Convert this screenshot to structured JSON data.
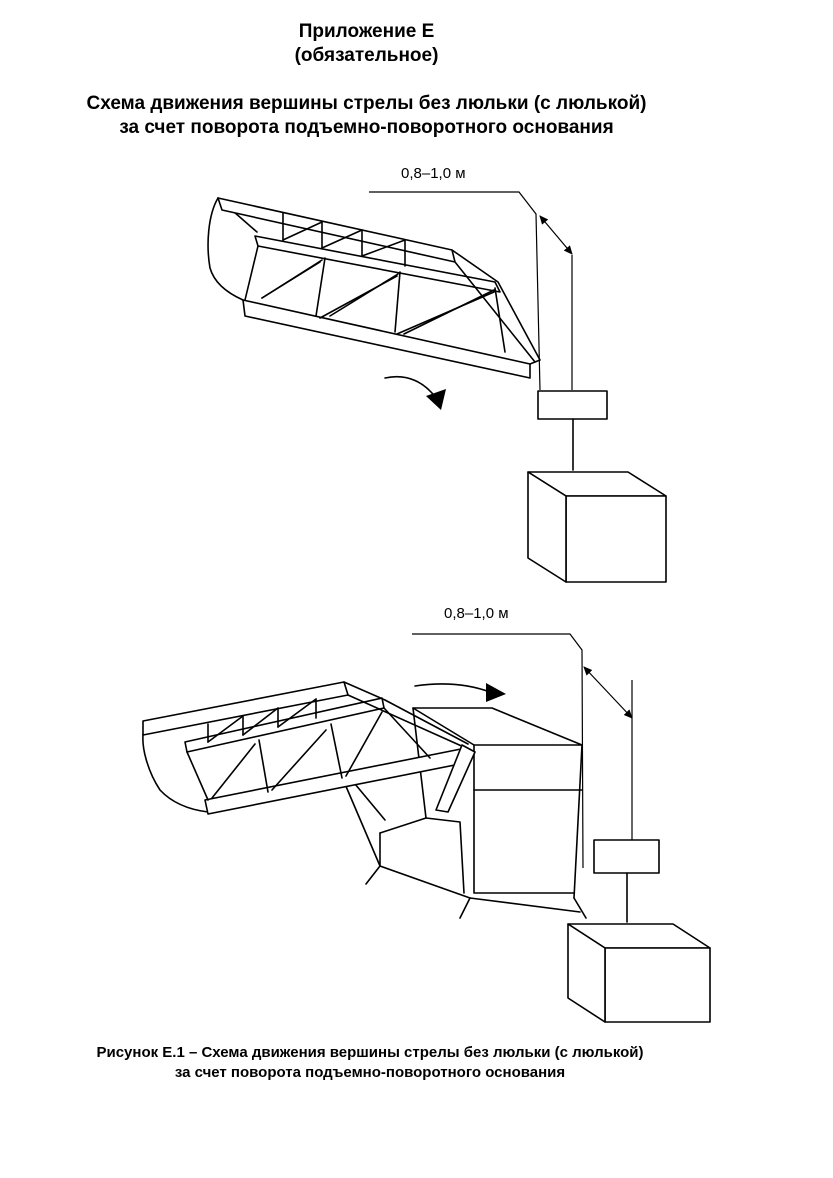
{
  "header": {
    "appendix_title": "Приложение Е",
    "appendix_note": "(обязательное)",
    "scheme_title_line1": "Схема движения вершины стрелы без люльки (с люлькой)",
    "scheme_title_line2": "за счет поворота подъемно-поворотного основания"
  },
  "figures": {
    "top": {
      "dimension_label": "0,8–1,0 м"
    },
    "bottom": {
      "dimension_label": "0,8–1,0 м"
    }
  },
  "caption": {
    "line1": "Рисунок Е.1 – Схема движения вершины стрелы без люльки (с люлькой)",
    "line2": "за счет поворота подъемно-поворотного основания"
  },
  "icons": [
    "rotation-arrow-icon"
  ]
}
